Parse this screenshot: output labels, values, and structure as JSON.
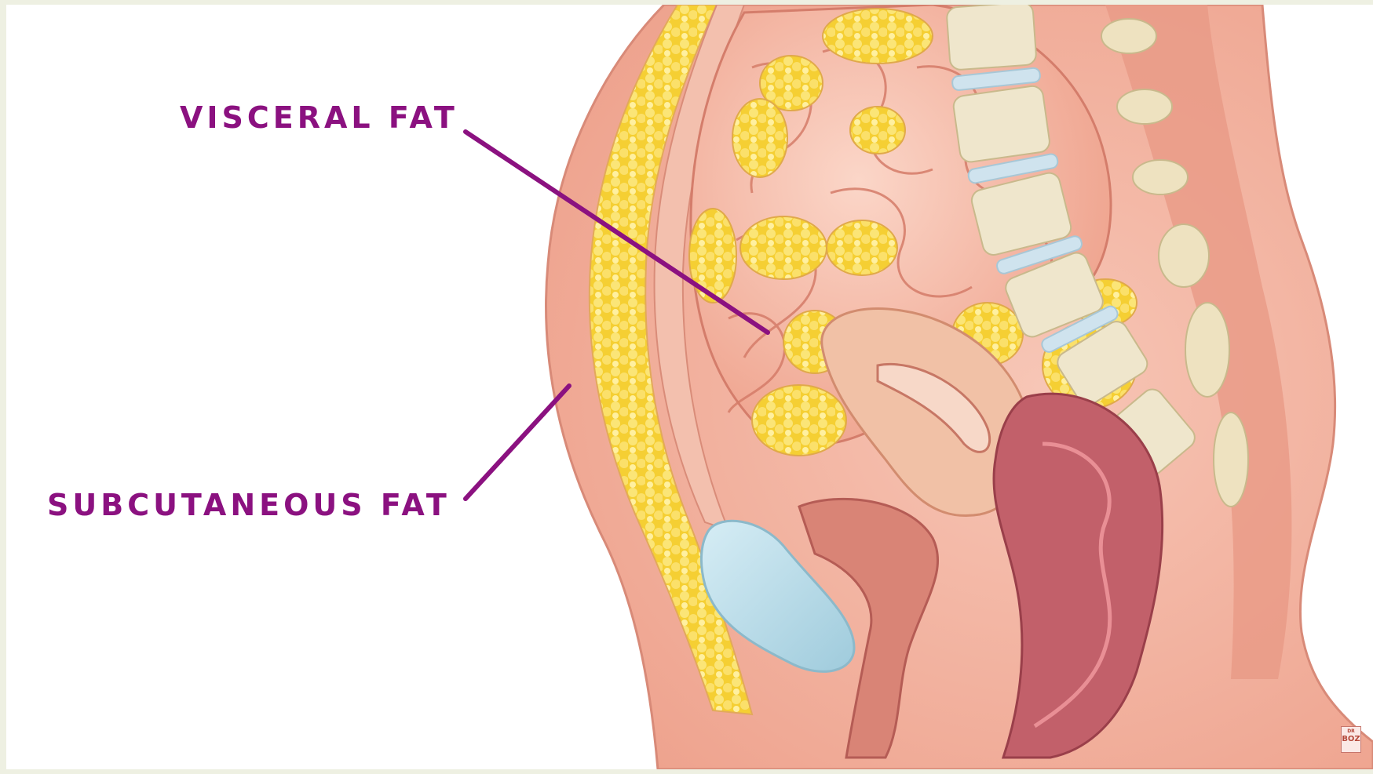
{
  "labels": {
    "visceral": "VISCERAL FAT",
    "subcutaneous": "SUBCUTANEOUS FAT"
  },
  "colors": {
    "label": "#8b1180",
    "pointer_line": "#8b1180",
    "skin": "#f2b3a1",
    "fat": "#f4d13e",
    "intestine": "#f6b9a6",
    "spine_bone": "#efe6cc",
    "disc": "#cfe3ee",
    "bladder": "#b9dbe8",
    "uterus": "#f0b89a",
    "rectum": "#c2606a",
    "background": "#ffffff",
    "frame": "#eef0e2"
  },
  "icons": {
    "watermark": "brand-logo-icon"
  },
  "watermark": {
    "top": "DR",
    "bottom": "BOZ"
  }
}
